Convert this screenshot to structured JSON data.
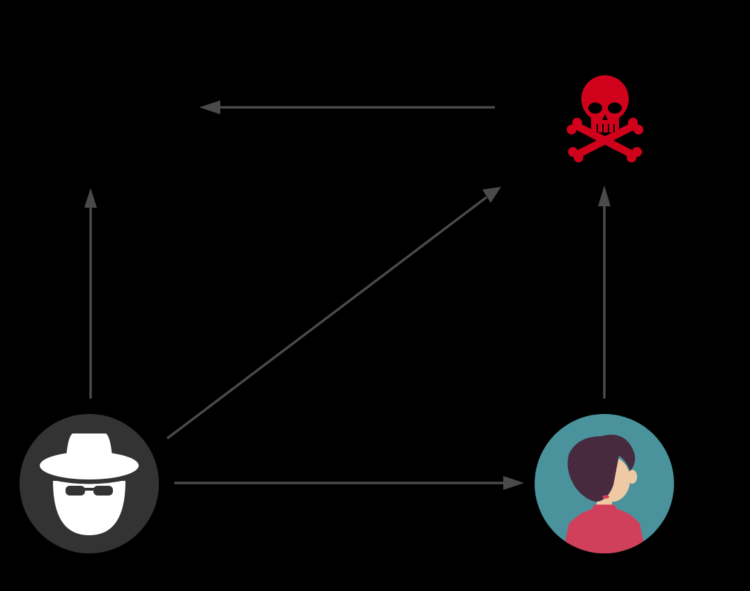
{
  "diagram": {
    "background_color": "#000000",
    "edge_color": "#4a4a4a",
    "nodes": [
      {
        "id": "attacker",
        "icon": "spy-hat-icon",
        "circle_color": "#333333",
        "figure_color": "#ffffff",
        "glasses_color": "#333333"
      },
      {
        "id": "victim",
        "icon": "woman-avatar-icon",
        "circle_color": "#4a939c",
        "hair_color": "#472a3e",
        "skin_color": "#efc9a4",
        "shirt_color": "#d1405a",
        "lip_color": "#d1405a"
      },
      {
        "id": "malware",
        "icon": "skull-crossbones-icon",
        "color": "#d0021b"
      },
      {
        "id": "unlabeled-target",
        "icon": "none"
      }
    ],
    "edges": [
      {
        "from": "malware",
        "to": "unlabeled-target"
      },
      {
        "from": "attacker",
        "to": "unlabeled-target"
      },
      {
        "from": "attacker",
        "to": "malware"
      },
      {
        "from": "victim",
        "to": "malware"
      },
      {
        "from": "attacker",
        "to": "victim"
      }
    ]
  }
}
